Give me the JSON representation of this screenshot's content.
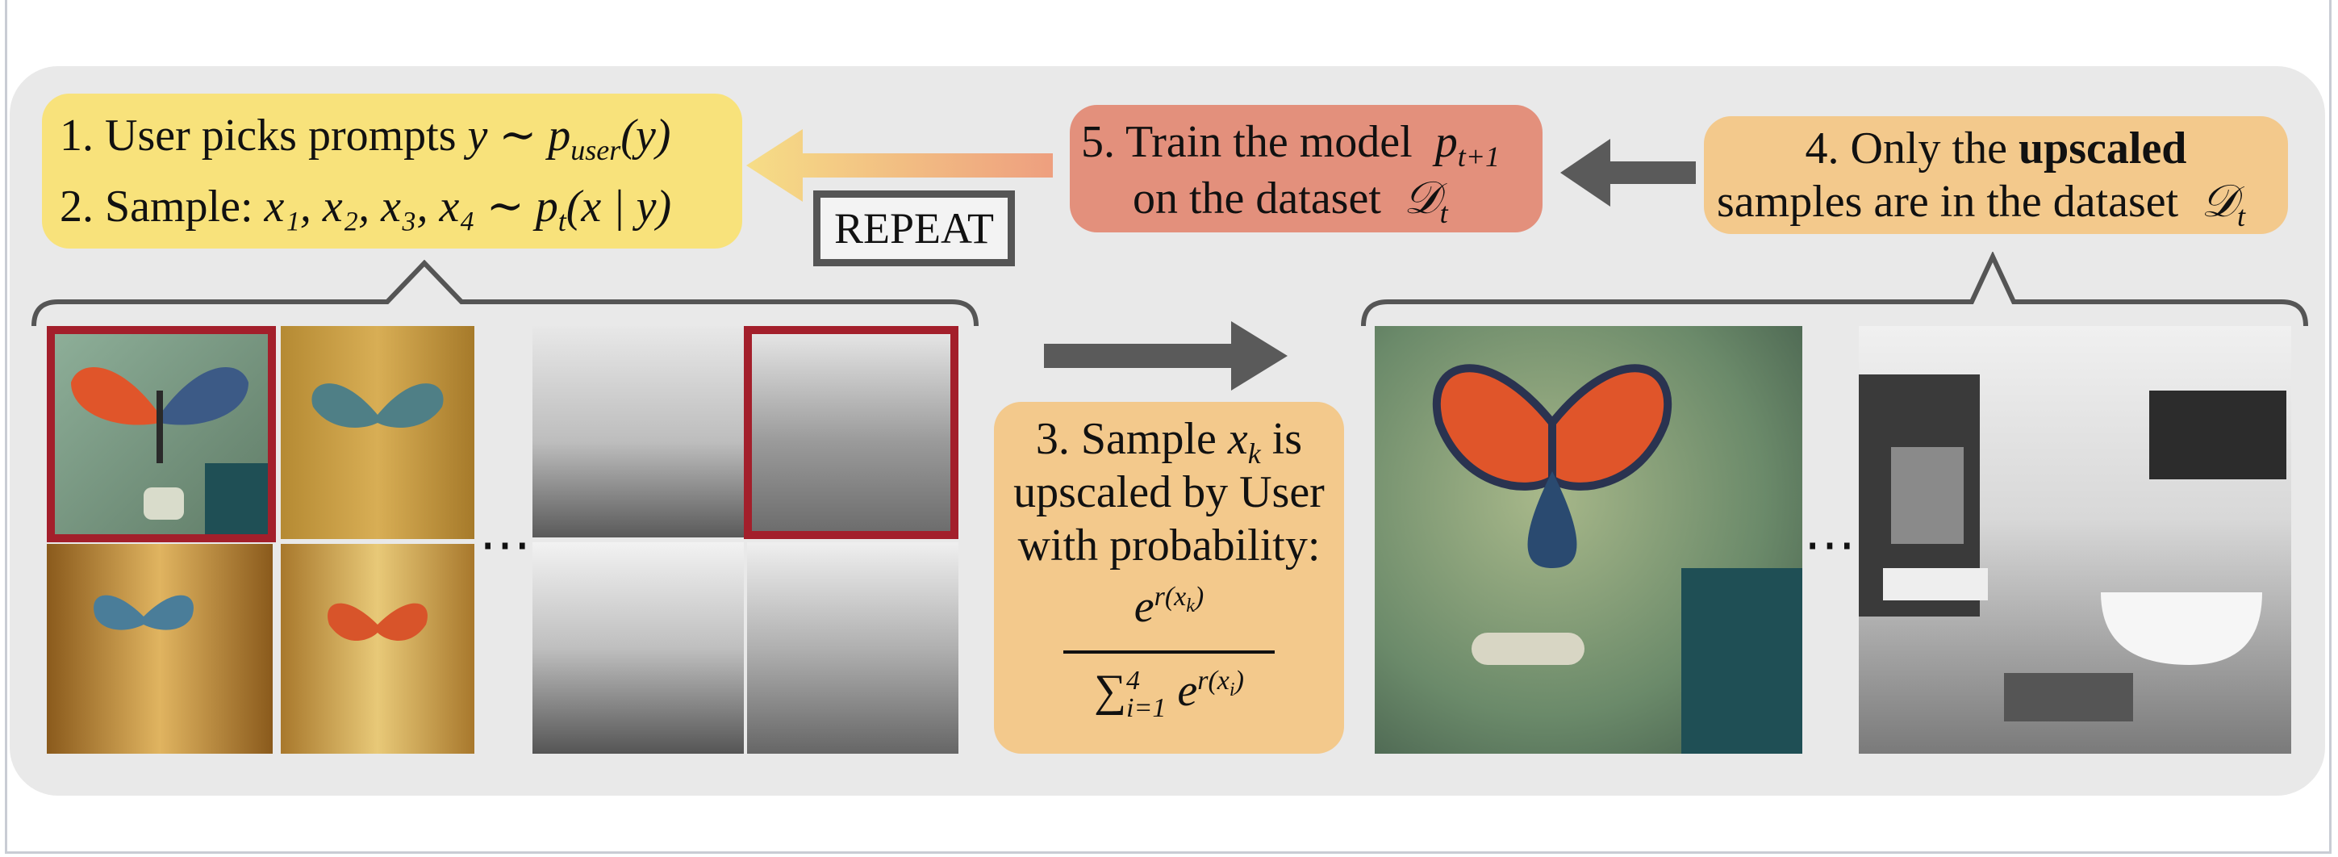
{
  "step1": {
    "text": "1. User picks prompts",
    "math": "y ∼ p",
    "sub": "user",
    "tail": "(y)"
  },
  "step2": {
    "text": "2.  Sample:",
    "math": "x₁, x₂, x₃, x₄ ∼ p",
    "sub": "t",
    "tail": "(x | y)"
  },
  "repeat_label": "REPEAT",
  "step5": {
    "line1": "5. Train the model",
    "model": "p",
    "model_sub": "t+1",
    "line2": "on the dataset",
    "dataset": "𝒟",
    "dataset_sub": "t"
  },
  "step4": {
    "line1a": "4. Only the ",
    "line1b": "upscaled",
    "line2": "samples are in the dataset",
    "dataset": "𝒟",
    "dataset_sub": "t"
  },
  "step3": {
    "line1a": "3. Sample ",
    "var": "x",
    "var_sub": "k",
    "line1b": " is",
    "line2": "upscaled by User",
    "line3": "with probability:",
    "num_base": "e",
    "num_exp": "r(x",
    "num_exp_sub": "k",
    "num_exp_end": ")",
    "den_sigma": "∑",
    "den_sub": "i=1",
    "den_sup": "4",
    "den_base": "e",
    "den_exp": "r(x",
    "den_exp_sub": "i",
    "den_exp_end": ")"
  },
  "ellipsis": "⋯",
  "colors": {
    "yellow": "#f8e27b",
    "red": "#e3907c",
    "orange": "#f3c98c",
    "selection": "#a31f2b",
    "arrow": "#5a5a5a"
  }
}
